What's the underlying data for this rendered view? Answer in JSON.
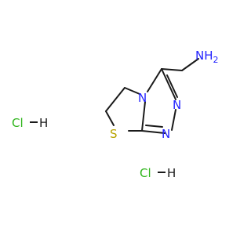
{
  "molecule": {
    "atoms": {
      "amine": "NH",
      "amine_h_subscript": "2",
      "n_triazole_top": "N",
      "n_triazole_right": "N",
      "n_triazole_bottom": "N",
      "sulfur": "S"
    },
    "salts": [
      {
        "cl": "Cl",
        "h": "H"
      },
      {
        "cl": "Cl",
        "h": "H"
      }
    ]
  },
  "colors": {
    "bond": "#1a1a1a",
    "nitrogen": "#2323ff",
    "sulfur": "#b8a400",
    "chlorine": "#2fb51c",
    "hydrogen": "#1a1a1a"
  }
}
